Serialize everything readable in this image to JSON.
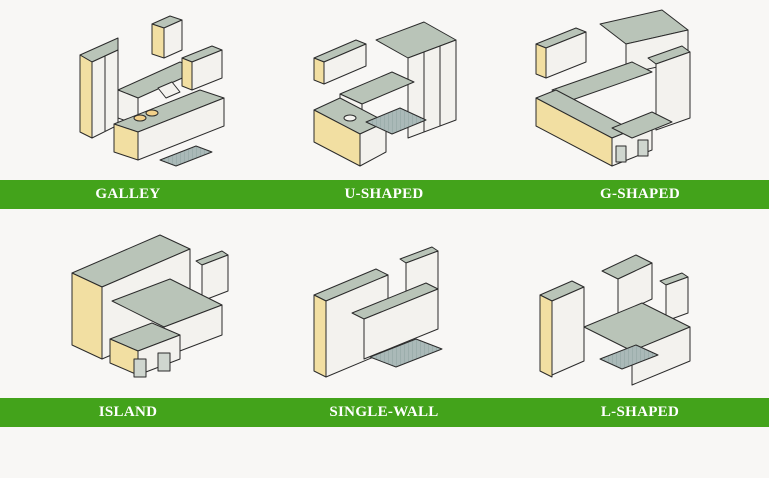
{
  "layouts": [
    {
      "label": "GALLEY"
    },
    {
      "label": "U-SHAPED"
    },
    {
      "label": "G-SHAPED"
    },
    {
      "label": "ISLAND"
    },
    {
      "label": "SINGLE-WALL"
    },
    {
      "label": "L-SHAPED"
    }
  ],
  "colors": {
    "background": "#f8f7f5",
    "band": "#43a31b",
    "label_text": "#ffffff",
    "countertop": "#b9c4b8",
    "cabinet_side": "#f2dfa2",
    "cabinet_front": "#f3f2ee",
    "outline": "#2b2b2b",
    "rug": "#aab9b8"
  }
}
